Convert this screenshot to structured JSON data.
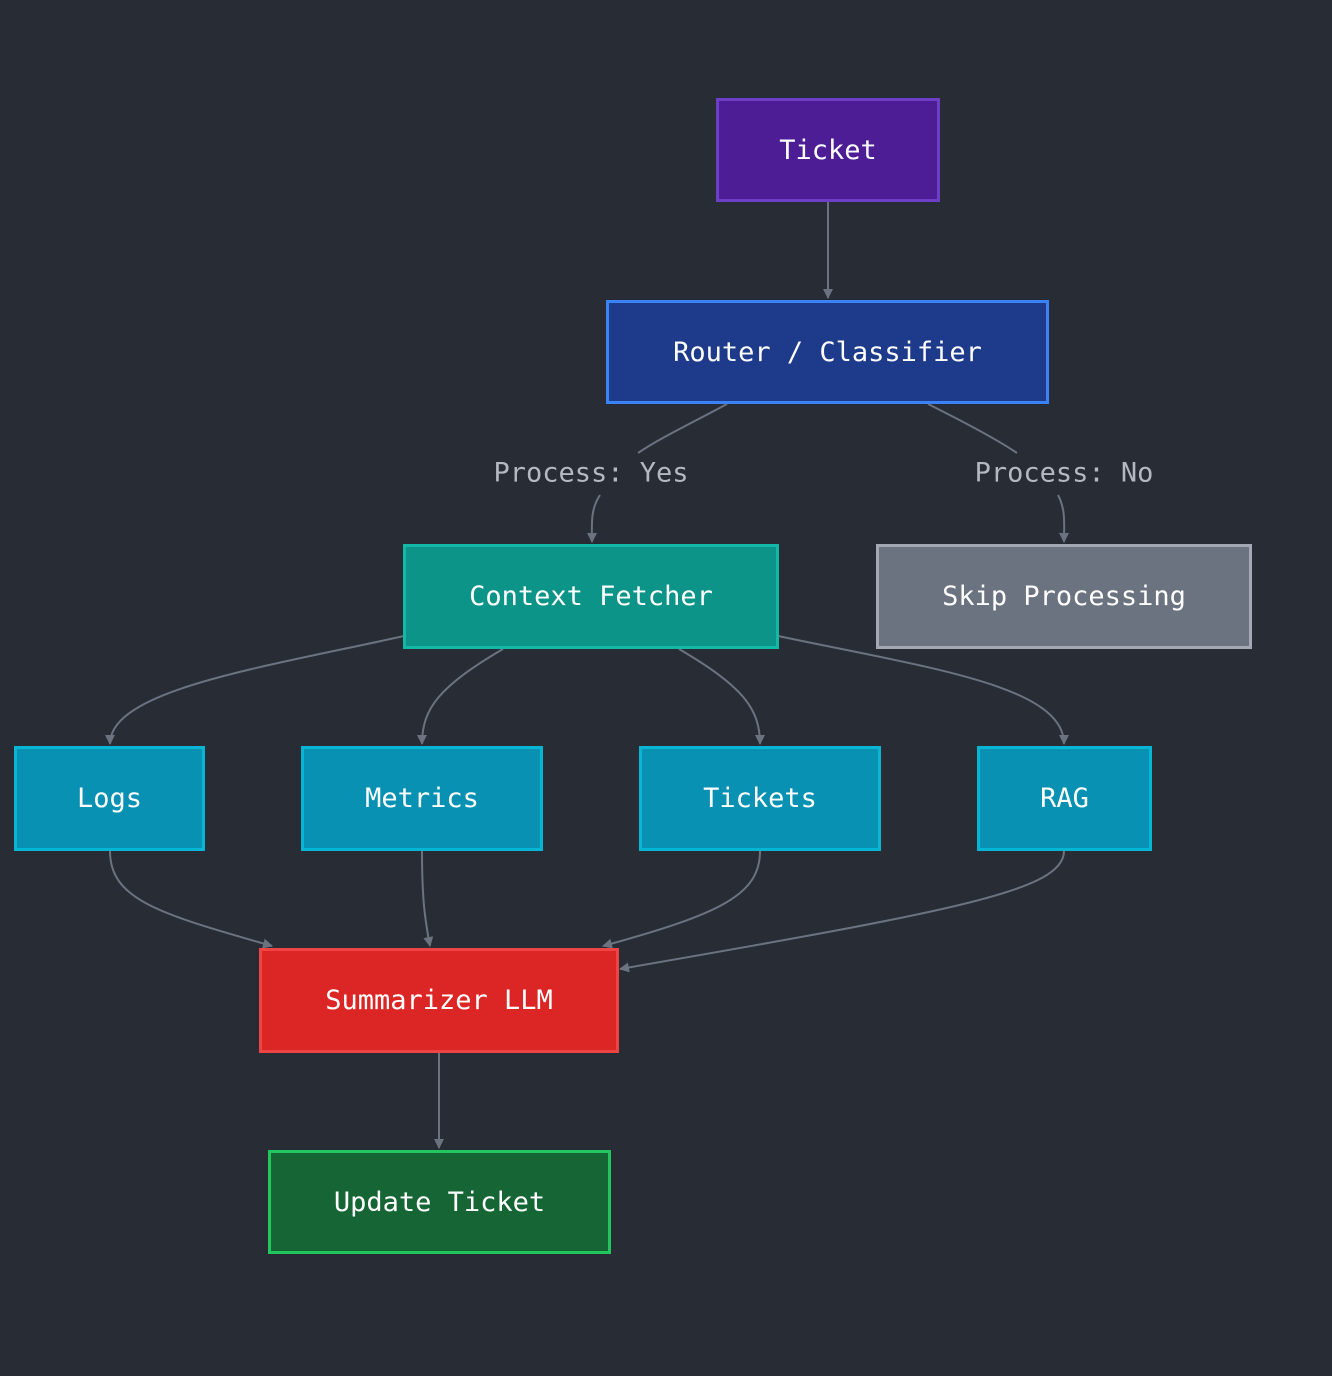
{
  "diagram": {
    "nodes": {
      "ticket": {
        "label": "Ticket",
        "fill": "#4c1d95",
        "stroke": "#6d3fc7"
      },
      "router": {
        "label": "Router / Classifier",
        "fill": "#1e3a8a",
        "stroke": "#3b82f6"
      },
      "context_fetcher": {
        "label": "Context Fetcher",
        "fill": "#0d9488",
        "stroke": "#14b8a6"
      },
      "skip_processing": {
        "label": "Skip Processing",
        "fill": "#6b7280",
        "stroke": "#a3a8b3"
      },
      "logs": {
        "label": "Logs",
        "fill": "#0891b2",
        "stroke": "#06b6d4"
      },
      "metrics": {
        "label": "Metrics",
        "fill": "#0891b2",
        "stroke": "#06b6d4"
      },
      "tickets": {
        "label": "Tickets",
        "fill": "#0891b2",
        "stroke": "#06b6d4"
      },
      "rag": {
        "label": "RAG",
        "fill": "#0891b2",
        "stroke": "#06b6d4"
      },
      "summarizer": {
        "label": "Summarizer LLM",
        "fill": "#dc2626",
        "stroke": "#ef4444"
      },
      "update_ticket": {
        "label": "Update Ticket",
        "fill": "#166534",
        "stroke": "#22c55e"
      }
    },
    "edge_labels": {
      "process_yes": "Process: Yes",
      "process_no": "Process: No"
    },
    "edge_color": "#6b7280"
  }
}
